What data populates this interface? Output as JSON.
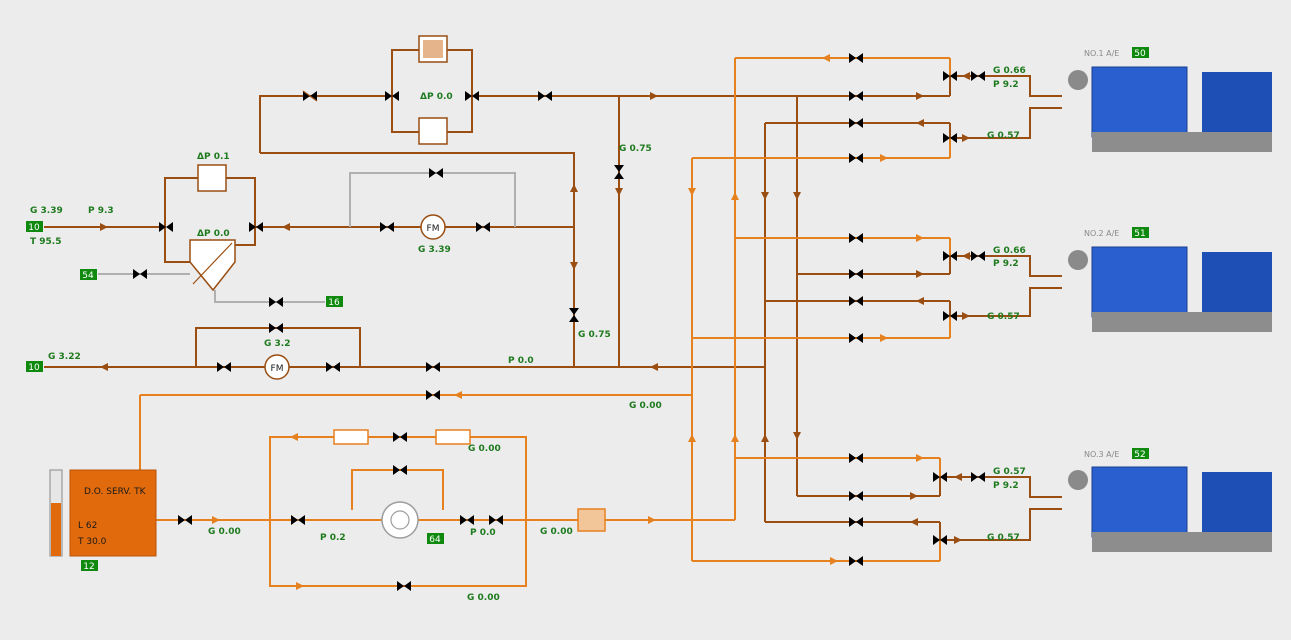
{
  "engines": [
    {
      "name": "NO.1 A/E",
      "id": "50",
      "g_in": "G 0.66",
      "p_in": "P 9.2",
      "g_out": "G 0.57"
    },
    {
      "name": "NO.2 A/E",
      "id": "51",
      "g_in": "G 0.66",
      "p_in": "P 9.2",
      "g_out": "G 0.57"
    },
    {
      "name": "NO.3 A/E",
      "id": "52",
      "g_in": "G 0.57",
      "p_in": "P 9.2",
      "g_out": "G 0.57"
    }
  ],
  "inlet": {
    "tag": "10",
    "g": "G 3.39",
    "t": "T 95.5",
    "p": "P 9.3"
  },
  "return_line": {
    "tag": "10",
    "g": "G 3.22"
  },
  "tag_54": "54",
  "tag_16": "16",
  "tag_64": "64",
  "filter_top": {
    "dp": "ΔP 0.0"
  },
  "filter_left": {
    "dp_upper": "ΔP 0.1",
    "dp_lower": "ΔP 0.0"
  },
  "flowmeter_supply": {
    "label": "FM",
    "g": "G 3.39"
  },
  "flowmeter_return": {
    "label": "FM",
    "g": "G 3.2"
  },
  "vertical_g_075_upper": "G 0.75",
  "vertical_g_075_lower": "G 0.75",
  "return_p": "P 0.0",
  "do_line_g": "G 0.00",
  "tank": {
    "title": "D.O.  SERV. TK",
    "level": "L 62",
    "temp": "T 30.0",
    "tag": "12",
    "level_fraction": 0.62
  },
  "do_pump": {
    "g_outlet_valve": "G 0.00",
    "p_pump": "P 0.2",
    "p_after": "P 0.0",
    "g_after": "G 0.00",
    "g_heater": "G 0.00",
    "g_bottom": "G 0.00"
  },
  "colors": {
    "diesel": "#9a4e12",
    "light_oil": "#e6811f",
    "idle": "#b0b0b0",
    "tag_bg": "#0f8a0f",
    "label": "#1e7a1e",
    "tank": "#e06a0c",
    "engine": "#1d4fb4"
  }
}
